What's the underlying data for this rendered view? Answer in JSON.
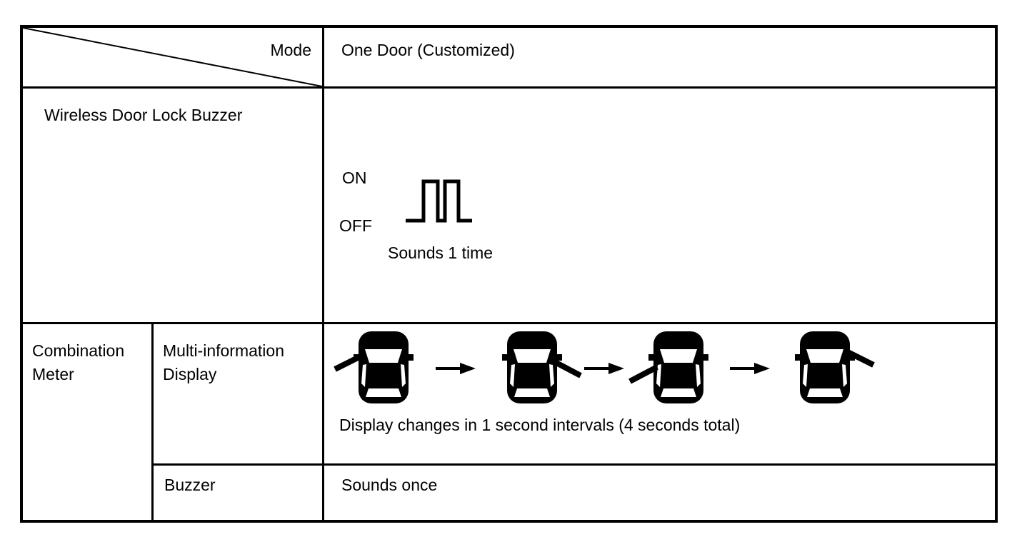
{
  "header": {
    "mode_label": "Mode",
    "mode_value": "One Door (Customized)"
  },
  "wireless_door_lock_buzzer": {
    "label": "Wireless Door Lock Buzzer",
    "waveform": {
      "on_label": "ON",
      "off_label": "OFF",
      "caption": "Sounds 1 time",
      "pulses_shown": 2
    }
  },
  "combination_meter": {
    "label": "Combination Meter",
    "multi_information_display": {
      "label": "Multi-information Display",
      "caption": "Display changes in 1 second intervals (4 seconds total)",
      "car_sequence": [
        "front-left-door-open",
        "front-right-door-open",
        "rear-left-door-open",
        "rear-right-door-open"
      ]
    },
    "buzzer": {
      "label": "Buzzer",
      "value": "Sounds once"
    }
  },
  "colors": {
    "foreground": "#000000",
    "background": "#ffffff"
  }
}
